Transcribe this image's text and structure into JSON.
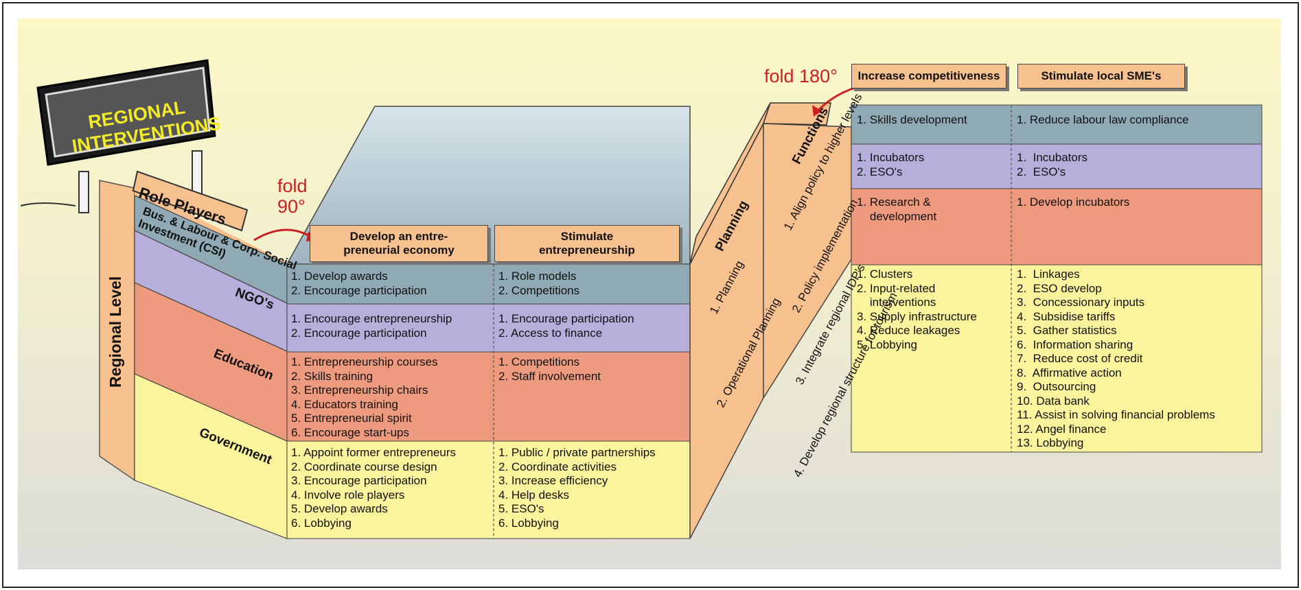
{
  "sign": {
    "title": "REGIONAL INTERVENTIONS"
  },
  "folds": {
    "fold90_line1": "fold",
    "fold90_line2": "90°",
    "fold180": "fold 180°"
  },
  "left_panel": {
    "regional_level": "Regional Level",
    "role_players": "Role Players",
    "rows": [
      "Bus. & Labour & Corp. Social Investment (CSI)",
      "NGO's",
      "Education",
      "Government"
    ]
  },
  "main_table": {
    "headers": [
      "Develop an entre-\npreneurial economy",
      "Stimulate\nentrepreneurship"
    ],
    "rows": [
      {
        "col1": [
          "1. Develop awards",
          "2. Encourage participation"
        ],
        "col2": [
          "1. Role models",
          "2. Competitions"
        ]
      },
      {
        "col1": [
          "1. Encourage entrepreneurship",
          "2. Encourage participation"
        ],
        "col2": [
          "1. Encourage participation",
          "2. Access to finance"
        ]
      },
      {
        "col1": [
          "1. Entrepreneurship courses",
          "2. Skills training",
          "3. Entrepreneurship chairs",
          "4. Educators training",
          "5. Entrepreneurial spirit",
          "6. Encourage start-ups"
        ],
        "col2": [
          "1. Competitions",
          "2. Staff involvement"
        ]
      },
      {
        "col1": [
          "1. Appoint former entrepreneurs",
          "2. Coordinate course design",
          "3. Encourage participation",
          "4. Involve role players",
          "5. Develop awards",
          "6. Lobbying"
        ],
        "col2": [
          "1. Public / private partnerships",
          "2. Coordinate activities",
          "3. Increase efficiency",
          "4. Help desks",
          "5. ESO's",
          "6. Lobbying"
        ]
      }
    ]
  },
  "side_panel": {
    "planning_tab": "Planning",
    "functions_tab": "Functions",
    "planning_items": [
      "1. Planning",
      "2. Operational Planning"
    ],
    "functions_items": [
      "1. Align policy to higher levels",
      "2. Policy implementation",
      "3. Integrate regional IDP's",
      "4. Develop regional structure for tourism"
    ]
  },
  "right_table": {
    "headers": [
      "Increase competitiveness",
      "Stimulate local SME's"
    ],
    "rows": [
      {
        "col1": [
          "1. Skills development"
        ],
        "col2": [
          "1. Reduce labour law compliance"
        ]
      },
      {
        "col1": [
          "1. Incubators",
          "2. ESO's"
        ],
        "col2": [
          "1.  Incubators",
          "2.  ESO's"
        ]
      },
      {
        "col1": [
          "1. Research &",
          "    development"
        ],
        "col2": [
          "1. Develop incubators"
        ]
      },
      {
        "col1": [
          "1. Clusters",
          "2. Input-related",
          "    interventions",
          "3. Supply infrastructure",
          "4. Reduce leakages",
          "5. Lobbying"
        ],
        "col2": [
          "1.  Linkages",
          "2.  ESO develop",
          "3.  Concessionary inputs",
          "4.  Subsidise tariffs",
          "5.  Gather statistics",
          "6.  Information sharing",
          "7.  Reduce cost of credit",
          "8.  Affirmative action",
          "9.  Outsourcing",
          "10. Data bank",
          "11. Assist in solving financial problems",
          "12. Angel finance",
          "13. Lobbying"
        ]
      }
    ]
  },
  "colors": {
    "blue": "#8faab4",
    "purple": "#b8aedb",
    "red": "#ee9a7e",
    "yellow": "#fbf49c",
    "peach": "#f7c08f",
    "fold_red": "#cc1f1f"
  }
}
